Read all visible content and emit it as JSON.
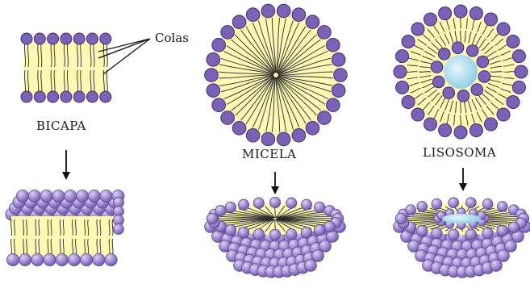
{
  "labels": {
    "colas": "Colas",
    "bicapa": "BICAPA",
    "micela": "MICELA",
    "lisosoma": "LISOSOMA"
  },
  "colors": {
    "head_fill": "#7b62b6",
    "head_stroke": "#3d2f6e",
    "head_light": "#b8a6dc",
    "tail_region": "#fdf8b4",
    "tail_line": "#2a2a2a",
    "core_fill": "#a9dcec"
  }
}
